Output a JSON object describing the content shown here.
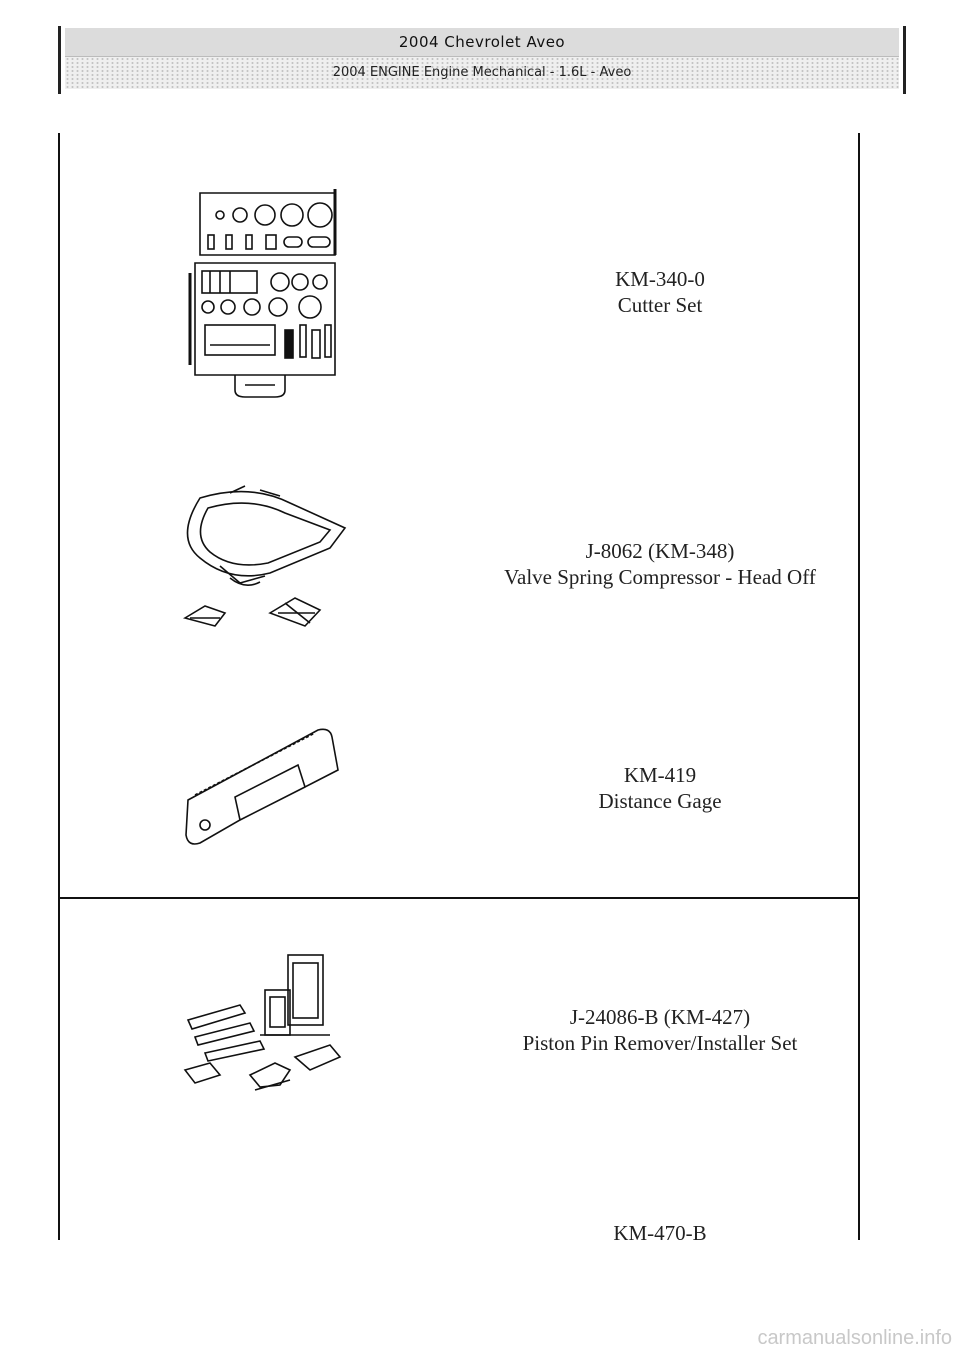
{
  "header": {
    "title": "2004 Chevrolet Aveo",
    "subtitle": "2004 ENGINE Engine Mechanical - 1.6L - Aveo"
  },
  "tools": [
    {
      "number": "KM-340-0",
      "name": "Cutter Set"
    },
    {
      "number": "J-8062 (KM-348)",
      "name": "Valve Spring Compressor - Head Off"
    },
    {
      "number": "KM-419",
      "name": "Distance Gage"
    },
    {
      "number": "J-24086-B (KM-427)",
      "name": "Piston Pin Remover/Installer Set"
    },
    {
      "number": "KM-470-B",
      "name": ""
    }
  ],
  "footer": {
    "watermark": "carmanualsonline.info"
  }
}
